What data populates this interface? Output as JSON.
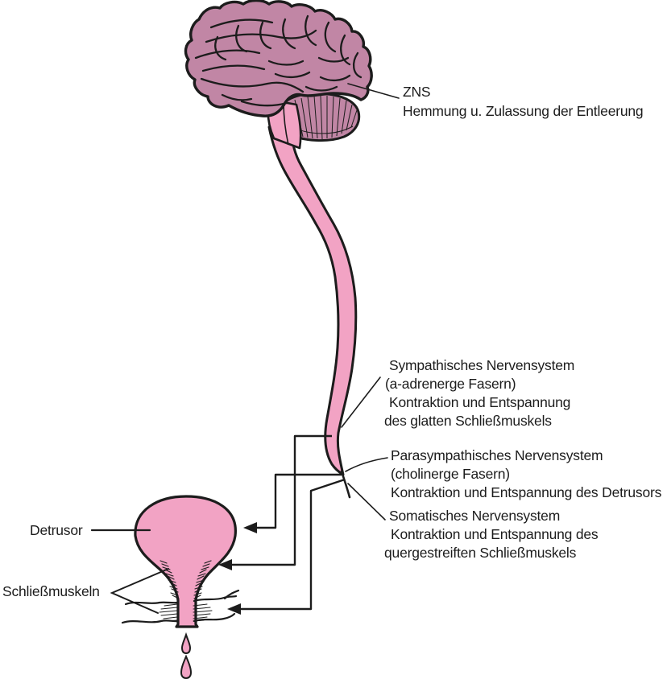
{
  "colors": {
    "background": "#ffffff",
    "brain": "#c186a5",
    "pink": "#f2a3c4",
    "ink": "#1c1c1c"
  },
  "labels": {
    "zns": {
      "title": "ZNS",
      "description": "Hemmung u. Zulassung der Entleerung"
    },
    "sympathetic": {
      "line1": "Sympathisches Nervensystem",
      "line2": "(a-adrenerge Fasern)",
      "line3": "Kontraktion und Entspannung",
      "line4": "des glatten Schließmuskels"
    },
    "parasympathetic": {
      "line1": "Parasympathisches Nervensystem",
      "line2": "(cholinerge Fasern)",
      "line3": "Kontraktion und Entspannung des Detrusors"
    },
    "somatic": {
      "line1": "Somatisches Nervensystem",
      "line2": "Kontraktion und Entspannung des",
      "line3": "quergestreiften Schließmuskels"
    },
    "detrusor": "Detrusor",
    "sphincters": "Schließmuskeln"
  }
}
